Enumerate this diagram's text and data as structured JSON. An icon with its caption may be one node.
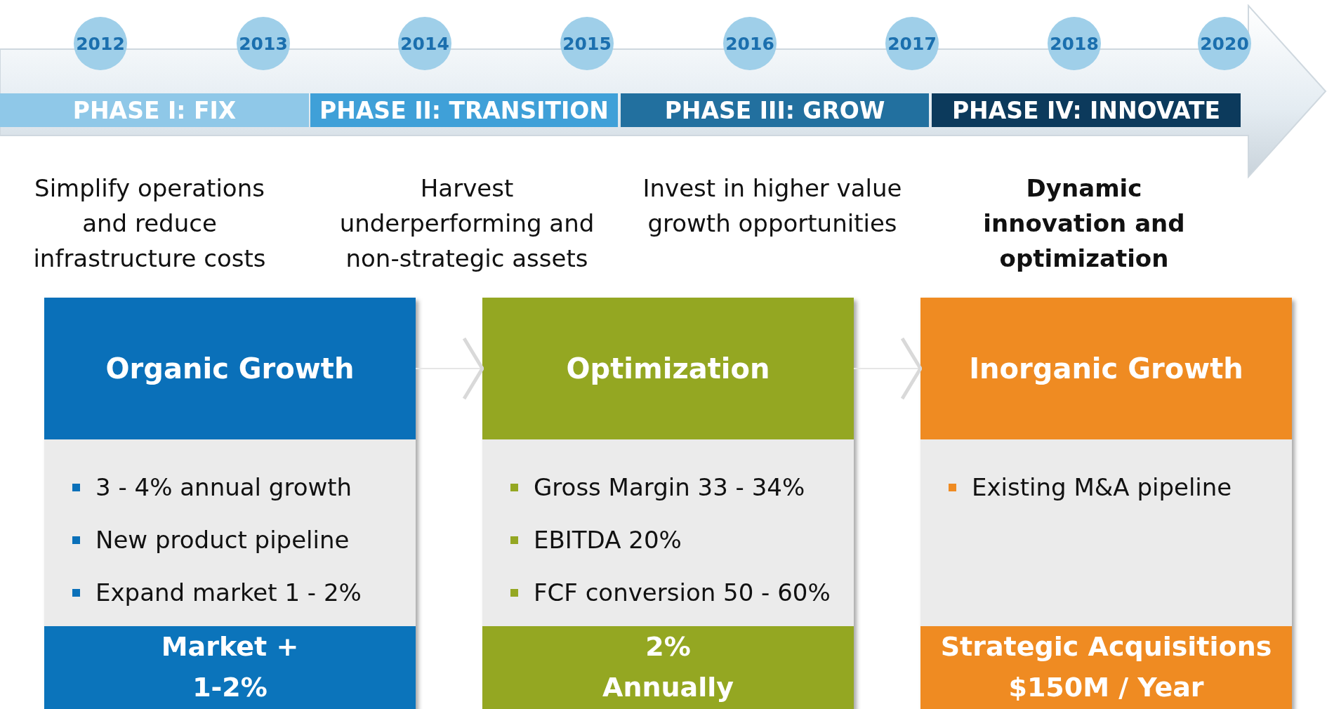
{
  "diagram": {
    "nodes": [
      {
        "text": [
          "2012"
        ]
      },
      {
        "text": [
          "2013"
        ]
      },
      {
        "text": [
          "2014"
        ]
      },
      {
        "text": [
          "2015"
        ]
      },
      {
        "text": [
          "2016"
        ]
      },
      {
        "text": [
          "2017"
        ]
      },
      {
        "text": [
          "2018"
        ]
      },
      {
        "text": [
          "2020"
        ]
      },
      {
        "text": [
          "PHASE I: FIX"
        ]
      },
      {
        "text": [
          "PHASE II: TRANSITION"
        ]
      },
      {
        "text": [
          "PHASE III: GROW"
        ]
      },
      {
        "text": [
          "PHASE IV: INNOVATE"
        ]
      },
      {
        "text": [
          "Organic Growth",
          "3 - 4% annual growth",
          "New product pipeline",
          "Expand market 1 - 2%",
          "Market + 1-2%"
        ]
      },
      {
        "text": [
          "Optimization",
          "Gross Margin 33 - 34%",
          "EBITDA 20%",
          "FCF conversion 50 - 60%",
          "2% Annually"
        ]
      },
      {
        "text": [
          "Inorganic Growth",
          "Existing M&A pipeline",
          "Strategic Acquisitions $150M / Year"
        ]
      }
    ],
    "edges": [
      {
        "from": 12,
        "to": 13,
        "arrow": "to"
      },
      {
        "from": 13,
        "to": 14,
        "arrow": "to"
      }
    ],
    "labels": [
      "Simplify operations and reduce infrastructure costs",
      "Harvest underperforming and non-strategic assets",
      "Invest in higher value growth opportunities",
      "Dynamic innovation and optimization"
    ]
  }
}
